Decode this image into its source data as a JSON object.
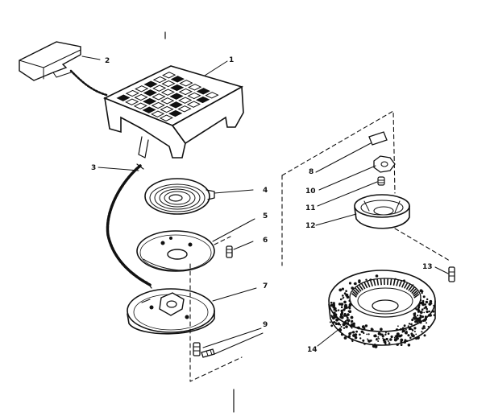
{
  "callouts": {
    "c1": "1",
    "c2": "2",
    "c3": "3",
    "c4": "4",
    "c5": "5",
    "c6": "6",
    "c7": "7",
    "c8": "8",
    "c9": "9",
    "c10": "10",
    "c11": "11",
    "c12": "12",
    "c13": "13",
    "c14": "14"
  },
  "colors": {
    "ink": "#111111",
    "paper": "#ffffff"
  }
}
